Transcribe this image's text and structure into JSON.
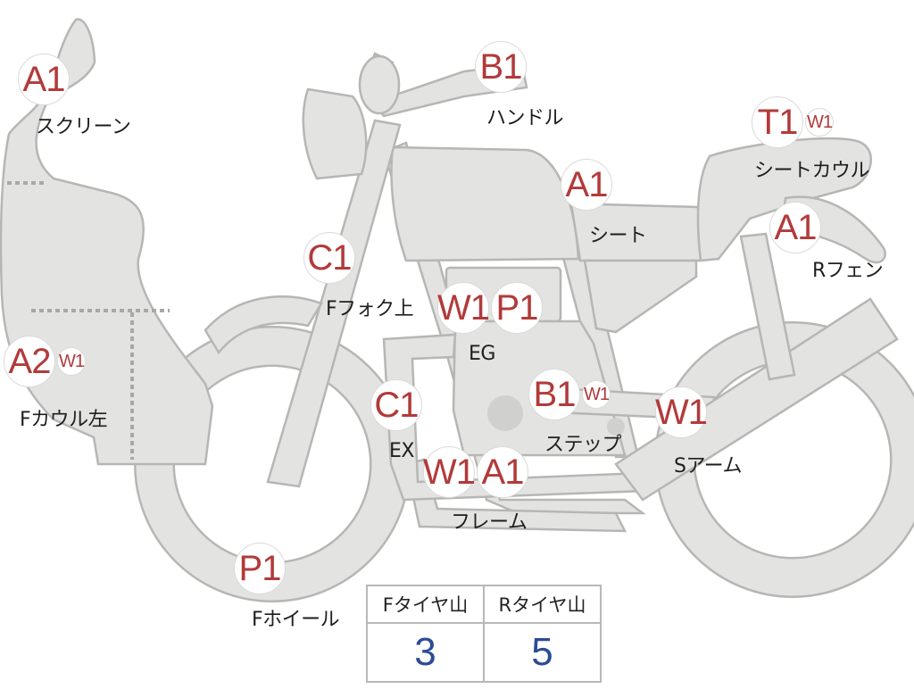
{
  "spots": [
    {
      "id": "screen",
      "codes": [
        "A1"
      ],
      "label": "スクリーン"
    },
    {
      "id": "handle",
      "codes": [
        "B1"
      ],
      "label": "ハンドル"
    },
    {
      "id": "seat-cowl",
      "codes": [
        "T1",
        "W1"
      ],
      "label": "シートカウル"
    },
    {
      "id": "seat",
      "codes": [
        "A1"
      ],
      "label": "シート"
    },
    {
      "id": "rear-fender",
      "codes": [
        "A1"
      ],
      "label": "Rフェン"
    },
    {
      "id": "fork-upper",
      "codes": [
        "C1"
      ],
      "label": "Fフォク上"
    },
    {
      "id": "engine",
      "codes": [
        "W1",
        "P1"
      ],
      "label": "EG"
    },
    {
      "id": "f-cowl-left",
      "codes": [
        "A2",
        "W1"
      ],
      "label": "Fカウル左"
    },
    {
      "id": "exhaust",
      "codes": [
        "C1"
      ],
      "label": "EX"
    },
    {
      "id": "step",
      "codes": [
        "B1",
        "W1"
      ],
      "label": "ステップ"
    },
    {
      "id": "swingarm",
      "codes": [
        "W1"
      ],
      "label": "Sアーム"
    },
    {
      "id": "frame",
      "codes": [
        "W1",
        "A1"
      ],
      "label": "フレーム"
    },
    {
      "id": "f-wheel",
      "codes": [
        "P1"
      ],
      "label": "Fホイール"
    }
  ],
  "tread_table": {
    "front": {
      "label": "Fタイヤ山",
      "value": "3"
    },
    "rear": {
      "label": "Rタイヤ山",
      "value": "5"
    }
  }
}
